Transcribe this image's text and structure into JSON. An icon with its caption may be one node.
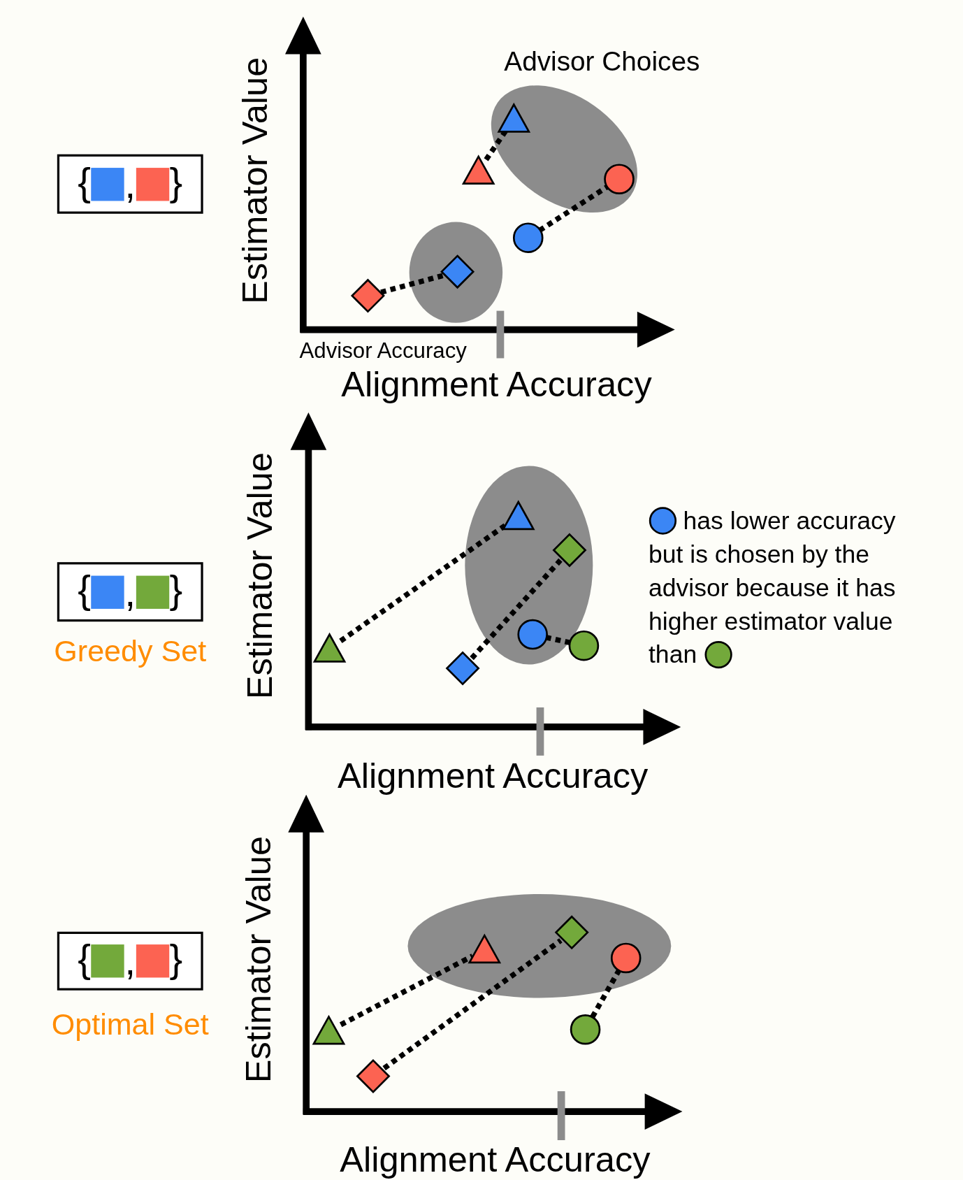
{
  "diagram": {
    "nodes": [
      {
        "text": [
          "{",
          ",",
          "}"
        ]
      },
      {
        "text": [],
        "shape": "ellipse",
        "beside": [
          "Advisor Choices"
        ]
      },
      {
        "text": [],
        "shape": "triangle",
        "in": 1
      },
      {
        "text": [],
        "shape": "circle",
        "in": 1
      },
      {
        "text": [],
        "shape": "triangle"
      },
      {
        "text": [],
        "shape": "ellipse"
      },
      {
        "text": [],
        "shape": "diamond",
        "in": 5
      },
      {
        "text": [],
        "shape": "circle"
      },
      {
        "text": [],
        "shape": "diamond"
      },
      {
        "text": [
          "{",
          ",",
          "}"
        ],
        "beside": [
          "Greedy Set"
        ]
      },
      {
        "text": [],
        "shape": "ellipse"
      },
      {
        "text": [],
        "shape": "triangle",
        "in": 10
      },
      {
        "text": [],
        "shape": "diamond",
        "in": 10
      },
      {
        "text": [],
        "shape": "circle",
        "in": 10
      },
      {
        "text": [],
        "shape": "circle"
      },
      {
        "text": [],
        "shape": "triangle"
      },
      {
        "text": [],
        "shape": "diamond"
      },
      {
        "text": [
          "{",
          ",",
          "}"
        ],
        "beside": [
          "Optimal Set"
        ]
      },
      {
        "text": [],
        "shape": "ellipse"
      },
      {
        "text": [],
        "shape": "triangle",
        "in": 18
      },
      {
        "text": [],
        "shape": "diamond",
        "in": 18
      },
      {
        "text": [],
        "shape": "circle",
        "in": 18
      },
      {
        "text": [],
        "shape": "circle"
      },
      {
        "text": [],
        "shape": "triangle"
      },
      {
        "text": [],
        "shape": "diamond"
      }
    ],
    "edges": [
      {
        "from": 4,
        "to": 2,
        "arrow": "none",
        "style": "dashed"
      },
      {
        "from": 7,
        "to": 3,
        "arrow": "none",
        "style": "dashed"
      },
      {
        "from": 8,
        "to": 6,
        "arrow": "none",
        "style": "dashed"
      },
      {
        "from": 15,
        "to": 11,
        "arrow": "none",
        "style": "dashed"
      },
      {
        "from": 16,
        "to": 12,
        "arrow": "none",
        "style": "dashed"
      },
      {
        "from": 13,
        "to": 14,
        "arrow": "none",
        "style": "dashed"
      },
      {
        "from": 23,
        "to": 19,
        "arrow": "none",
        "style": "dashed"
      },
      {
        "from": 24,
        "to": 20,
        "arrow": "none",
        "style": "dashed"
      },
      {
        "from": 21,
        "to": 22,
        "arrow": "none",
        "style": "dashed"
      }
    ],
    "labels": [
      "Estimator Value",
      "Advisor Accuracy",
      "Alignment Accuracy",
      "Estimator Value",
      "has lower accuracy but is chosen by the advisor because it has higher estimator value than",
      "Alignment Accuracy",
      "Estimator Value",
      "Alignment Accuracy"
    ]
  }
}
